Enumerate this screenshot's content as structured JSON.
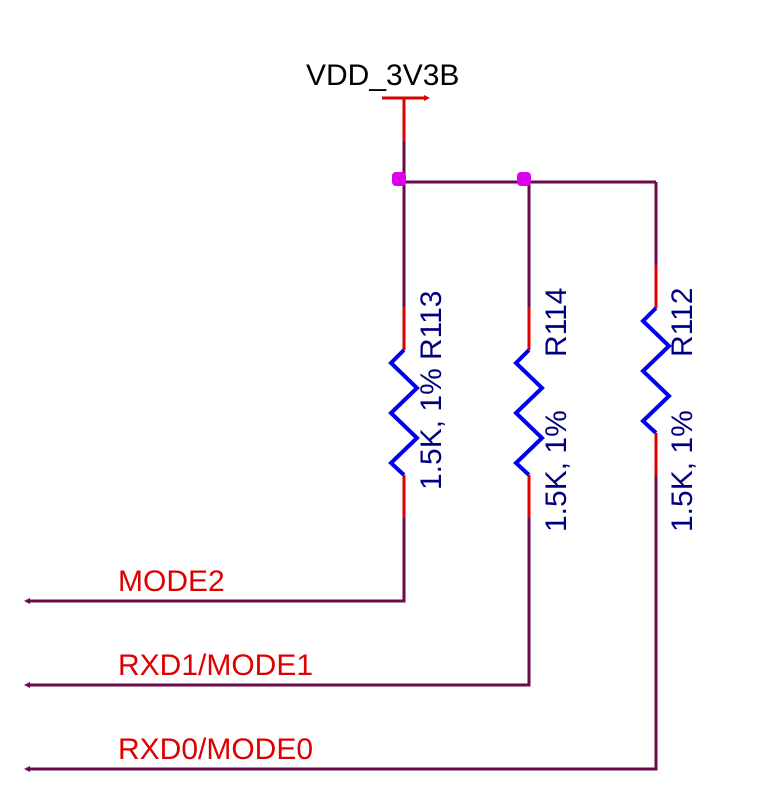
{
  "power": {
    "name": "VDD_3V3B"
  },
  "resistors": [
    {
      "ref": "R113",
      "value": "1.5K, 1%"
    },
    {
      "ref": "R114",
      "value": "1.5K, 1%"
    },
    {
      "ref": "R112",
      "value": "1.5K, 1%"
    }
  ],
  "nets": [
    {
      "name": "MODE2"
    },
    {
      "name": "RXD1/MODE1"
    },
    {
      "name": "RXD0/MODE0"
    }
  ],
  "colors": {
    "wire": "#6b0a4a",
    "pin": "#dd0000",
    "resistor_body": "#0000ee",
    "junction": "#dd00ee",
    "designator": "#00007f",
    "net_label": "#dd0000"
  }
}
